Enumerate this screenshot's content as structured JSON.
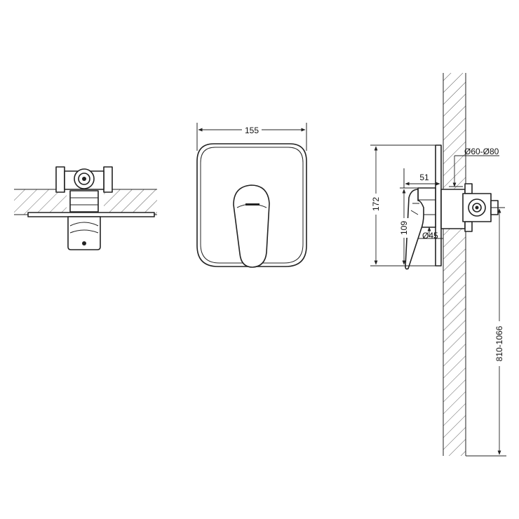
{
  "dimensions": {
    "width_plate": "155",
    "diameter_box": "Ø60-Ø80",
    "depth": "51",
    "height_plate": "172",
    "height_spout": "109",
    "diameter_stem": "Ø45",
    "height_install": "810-1066"
  }
}
